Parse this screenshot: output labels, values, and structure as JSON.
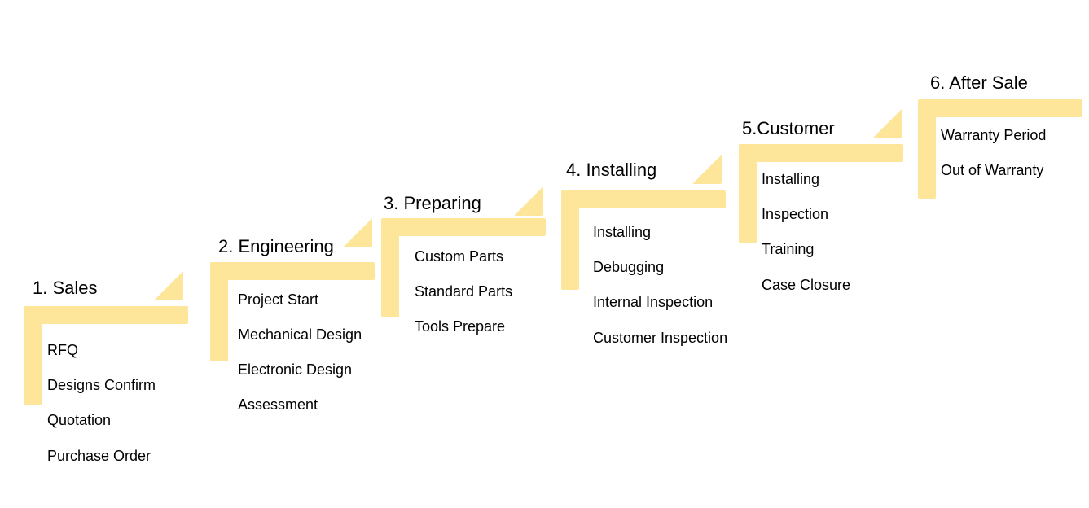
{
  "colors": {
    "accent": "#FDE59A"
  },
  "steps": [
    {
      "title": "1. Sales",
      "items": [
        "RFQ",
        "Designs Confirm",
        "Quotation",
        "Purchase Order"
      ]
    },
    {
      "title": "2. Engineering",
      "items": [
        "Project Start",
        "Mechanical Design",
        "Electronic Design",
        "Assessment"
      ]
    },
    {
      "title": "3. Preparing",
      "items": [
        "Custom Parts",
        "Standard Parts",
        "Tools Prepare"
      ]
    },
    {
      "title": "4. Installing",
      "items": [
        "Installing",
        "Debugging",
        "Internal Inspection",
        "Customer Inspection"
      ]
    },
    {
      "title": "5.Customer",
      "items": [
        "Installing",
        "Inspection",
        "Training",
        "Case Closure"
      ]
    },
    {
      "title": "6. After Sale",
      "items": [
        "Warranty Period",
        "Out of Warranty"
      ]
    }
  ]
}
